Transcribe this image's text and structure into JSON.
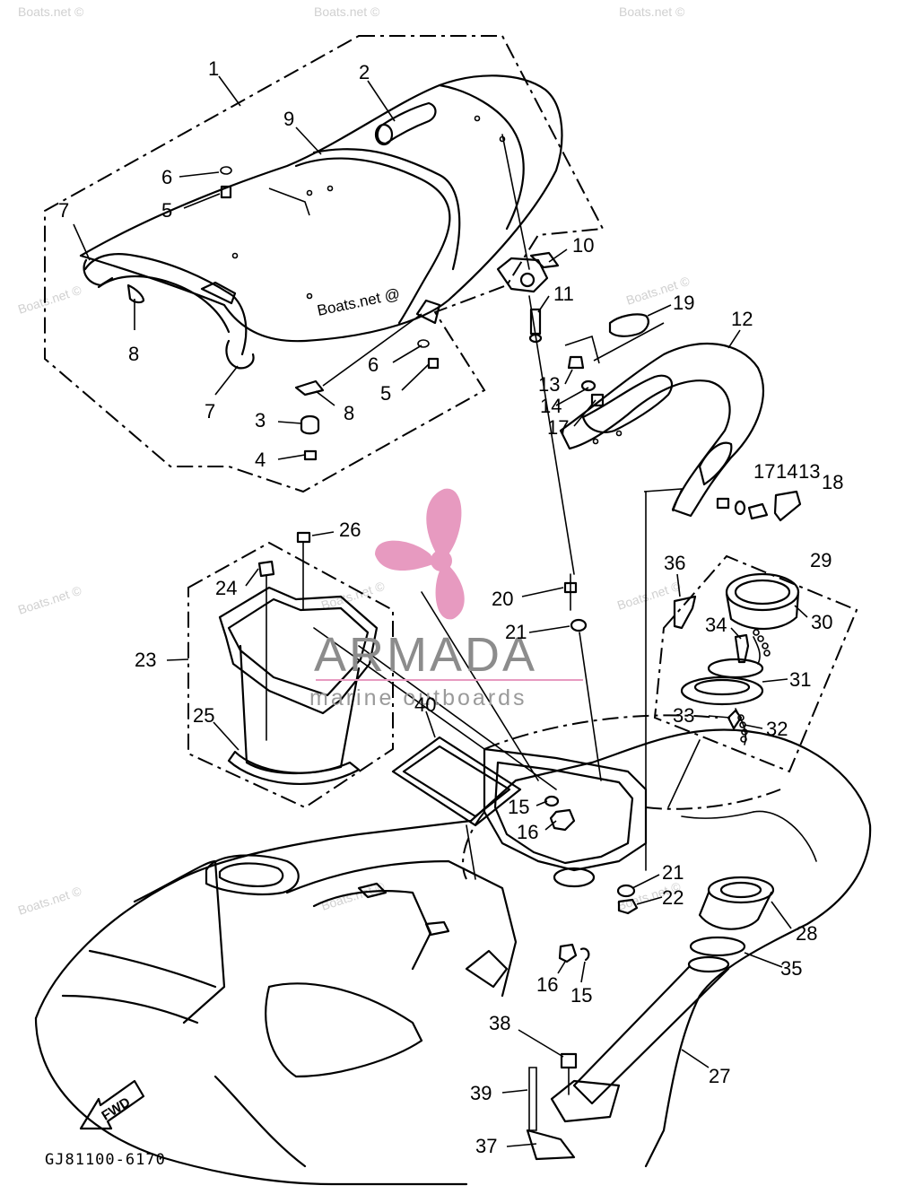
{
  "diagram": {
    "code": "GJ81100-6170",
    "fwd_label": "FWD",
    "watermark_boats": "Boats.net ©",
    "watermark_boats_center": "Boats.net @",
    "brand_name": "ARMADA",
    "brand_tagline": "marine outboards",
    "colors": {
      "line": "#000000",
      "logo_pink": "#e79ac0",
      "brand_gray": "#8c8c8c"
    },
    "callouts": {
      "p1": "1",
      "p2": "2",
      "p3": "3",
      "p4": "4",
      "p5a": "5",
      "p5b": "5",
      "p6a": "6",
      "p6b": "6",
      "p7a": "7",
      "p7b": "7",
      "p8a": "8",
      "p8b": "8",
      "p9": "9",
      "p10": "10",
      "p11": "11",
      "p12": "12",
      "p13a": "13",
      "p13b": "13",
      "p14a": "14",
      "p14b": "14",
      "p15a": "15",
      "p15b": "15",
      "p16a": "16",
      "p16b": "16",
      "p17a": "17",
      "p17b": "17",
      "p18": "18",
      "p19": "19",
      "p20": "20",
      "p21a": "21",
      "p21b": "21",
      "p22": "22",
      "p23": "23",
      "p24": "24",
      "p25": "25",
      "p26": "26",
      "p27": "27",
      "p28": "28",
      "p29": "29",
      "p30": "30",
      "p31": "31",
      "p32": "32",
      "p33": "33",
      "p34": "34",
      "p35": "35",
      "p36": "36",
      "p37": "37",
      "p38": "38",
      "p39": "39",
      "p40": "40"
    }
  }
}
